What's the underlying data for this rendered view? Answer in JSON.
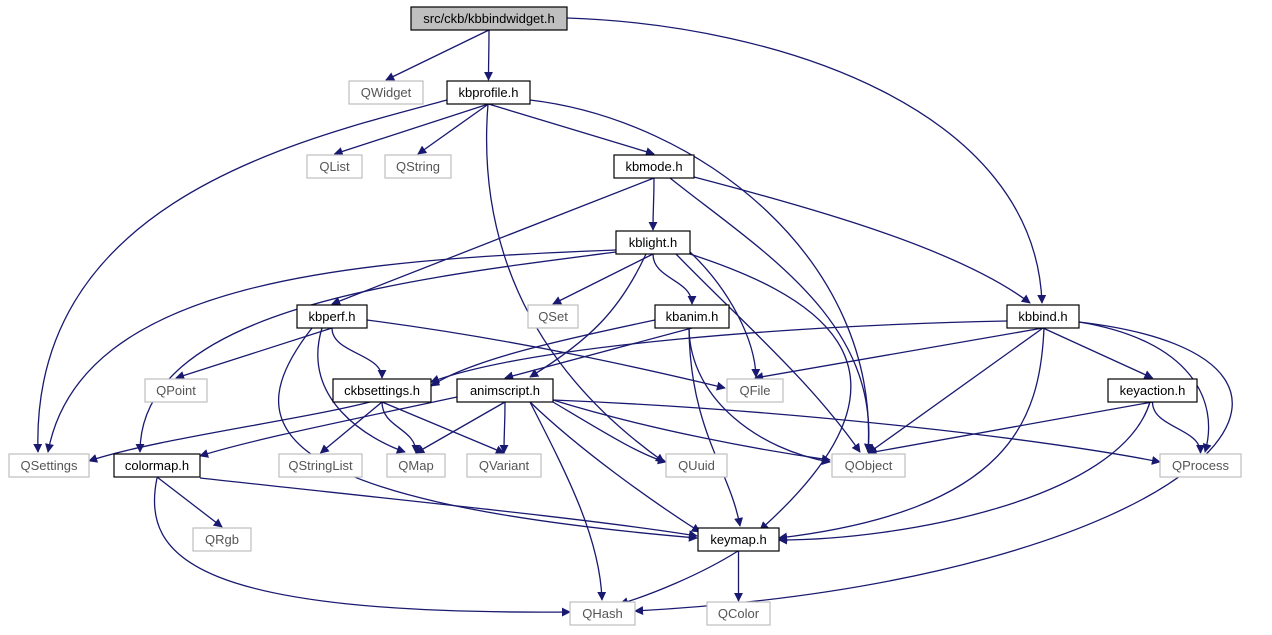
{
  "colors": {
    "edge": "#191970",
    "root_fill": "#bfbfbf",
    "local_border": "#000000",
    "external_border": "#bfbfbf",
    "external_text": "#555555",
    "local_text": "#000000"
  },
  "nodes": [
    {
      "id": "kbbindwidget",
      "label": "src/ckb/kbbindwidget.h",
      "kind": "root"
    },
    {
      "id": "qwidget",
      "label": "QWidget",
      "kind": "external"
    },
    {
      "id": "kbprofile",
      "label": "kbprofile.h",
      "kind": "local"
    },
    {
      "id": "qlist",
      "label": "QList",
      "kind": "external"
    },
    {
      "id": "qstring",
      "label": "QString",
      "kind": "external"
    },
    {
      "id": "kbmode",
      "label": "kbmode.h",
      "kind": "local"
    },
    {
      "id": "kblight",
      "label": "kblight.h",
      "kind": "local"
    },
    {
      "id": "qset",
      "label": "QSet",
      "kind": "external"
    },
    {
      "id": "kbperf",
      "label": "kbperf.h",
      "kind": "local"
    },
    {
      "id": "kbanim",
      "label": "kbanim.h",
      "kind": "local"
    },
    {
      "id": "kbbind",
      "label": "kbbind.h",
      "kind": "local"
    },
    {
      "id": "qpoint",
      "label": "QPoint",
      "kind": "external"
    },
    {
      "id": "ckbsettings",
      "label": "ckbsettings.h",
      "kind": "local"
    },
    {
      "id": "animscript",
      "label": "animscript.h",
      "kind": "local"
    },
    {
      "id": "qfile",
      "label": "QFile",
      "kind": "external"
    },
    {
      "id": "keyaction",
      "label": "keyaction.h",
      "kind": "local"
    },
    {
      "id": "qsettings",
      "label": "QSettings",
      "kind": "external"
    },
    {
      "id": "colormap",
      "label": "colormap.h",
      "kind": "local"
    },
    {
      "id": "qstringlist",
      "label": "QStringList",
      "kind": "external"
    },
    {
      "id": "qmap",
      "label": "QMap",
      "kind": "external"
    },
    {
      "id": "qvariant",
      "label": "QVariant",
      "kind": "external"
    },
    {
      "id": "quuid",
      "label": "QUuid",
      "kind": "external"
    },
    {
      "id": "qobject",
      "label": "QObject",
      "kind": "external"
    },
    {
      "id": "qprocess",
      "label": "QProcess",
      "kind": "external"
    },
    {
      "id": "qrgb",
      "label": "QRgb",
      "kind": "external"
    },
    {
      "id": "keymap",
      "label": "keymap.h",
      "kind": "local"
    },
    {
      "id": "qhash",
      "label": "QHash",
      "kind": "external"
    },
    {
      "id": "qcolor",
      "label": "QColor",
      "kind": "external"
    }
  ],
  "edges": [
    {
      "from": "kbbindwidget",
      "to": "qwidget"
    },
    {
      "from": "kbbindwidget",
      "to": "kbprofile"
    },
    {
      "from": "kbbindwidget",
      "to": "kbbind"
    },
    {
      "from": "kbprofile",
      "to": "qsettings"
    },
    {
      "from": "kbprofile",
      "to": "qlist"
    },
    {
      "from": "kbprofile",
      "to": "qstring"
    },
    {
      "from": "kbprofile",
      "to": "kbmode"
    },
    {
      "from": "kbprofile",
      "to": "quuid"
    },
    {
      "from": "kbprofile",
      "to": "qobject"
    },
    {
      "from": "kbmode",
      "to": "kblight"
    },
    {
      "from": "kbmode",
      "to": "kbperf"
    },
    {
      "from": "kbmode",
      "to": "kbbind"
    },
    {
      "from": "kbmode",
      "to": "qobject"
    },
    {
      "from": "kblight",
      "to": "qsettings"
    },
    {
      "from": "kblight",
      "to": "colormap"
    },
    {
      "from": "kblight",
      "to": "qset"
    },
    {
      "from": "kblight",
      "to": "animscript"
    },
    {
      "from": "kblight",
      "to": "kbanim"
    },
    {
      "from": "kblight",
      "to": "qfile"
    },
    {
      "from": "kblight",
      "to": "qobject"
    },
    {
      "from": "kblight",
      "to": "keymap"
    },
    {
      "from": "kbperf",
      "to": "qpoint"
    },
    {
      "from": "kbperf",
      "to": "ckbsettings"
    },
    {
      "from": "kbperf",
      "to": "qmap"
    },
    {
      "from": "kbperf",
      "to": "keymap"
    },
    {
      "from": "kbperf",
      "to": "qfile"
    },
    {
      "from": "kbanim",
      "to": "ckbsettings"
    },
    {
      "from": "kbanim",
      "to": "animscript"
    },
    {
      "from": "kbanim",
      "to": "qobject"
    },
    {
      "from": "kbanim",
      "to": "keymap"
    },
    {
      "from": "kbbind",
      "to": "ckbsettings"
    },
    {
      "from": "kbbind",
      "to": "qfile"
    },
    {
      "from": "kbbind",
      "to": "qobject"
    },
    {
      "from": "kbbind",
      "to": "keyaction"
    },
    {
      "from": "kbbind",
      "to": "qprocess"
    },
    {
      "from": "kbbind",
      "to": "keymap"
    },
    {
      "from": "kbbind",
      "to": "qhash"
    },
    {
      "from": "ckbsettings",
      "to": "qsettings"
    },
    {
      "from": "ckbsettings",
      "to": "qstringlist"
    },
    {
      "from": "ckbsettings",
      "to": "qmap"
    },
    {
      "from": "ckbsettings",
      "to": "qvariant"
    },
    {
      "from": "animscript",
      "to": "colormap"
    },
    {
      "from": "animscript",
      "to": "qmap"
    },
    {
      "from": "animscript",
      "to": "qvariant"
    },
    {
      "from": "animscript",
      "to": "quuid"
    },
    {
      "from": "animscript",
      "to": "qobject"
    },
    {
      "from": "animscript",
      "to": "qprocess"
    },
    {
      "from": "animscript",
      "to": "keymap"
    },
    {
      "from": "animscript",
      "to": "qhash"
    },
    {
      "from": "keyaction",
      "to": "qobject"
    },
    {
      "from": "keyaction",
      "to": "qprocess"
    },
    {
      "from": "keyaction",
      "to": "keymap"
    },
    {
      "from": "colormap",
      "to": "qrgb"
    },
    {
      "from": "colormap",
      "to": "keymap"
    },
    {
      "from": "colormap",
      "to": "qhash"
    },
    {
      "from": "keymap",
      "to": "qhash"
    },
    {
      "from": "keymap",
      "to": "qcolor"
    }
  ]
}
